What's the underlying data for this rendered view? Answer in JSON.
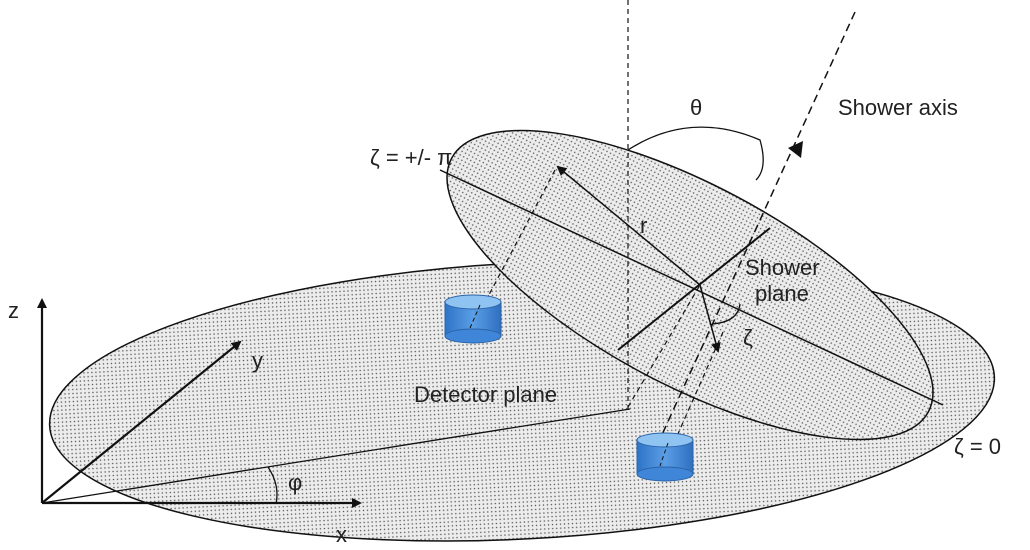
{
  "labels": {
    "theta": "θ",
    "shower_axis": "Shower axis",
    "zeta_pm_pi": "ζ = +/- π",
    "r": "r",
    "shower_plane": "Shower\nplane",
    "zeta": "ζ",
    "z_axis": "z",
    "y_axis": "y",
    "x_axis": "x",
    "phi": "φ",
    "detector_plane": "Detector plane",
    "zeta_zero": "ζ = 0"
  },
  "colors": {
    "line": "#111111",
    "plane_fill": "#ececec",
    "dot": "#555555",
    "tank_top": "#8fc3f2",
    "tank_body": "#3f86d8",
    "tank_edge": "#2c64a8"
  },
  "icons": {
    "detector_tank": "cylinder-tank-icon"
  }
}
